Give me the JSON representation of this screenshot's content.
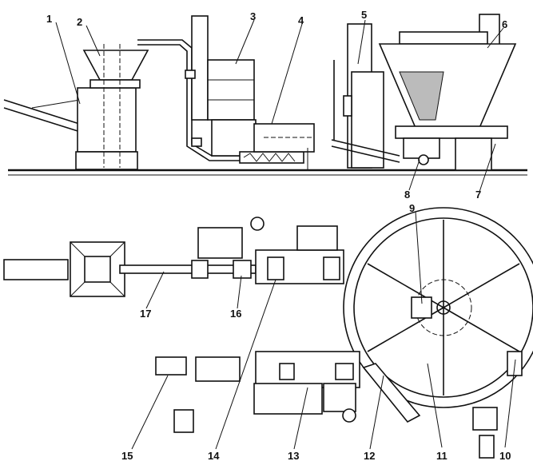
{
  "callouts": {
    "c1": "1",
    "c2": "2",
    "c3": "3",
    "c4": "4",
    "c5": "5",
    "c6": "6",
    "c7": "7",
    "c8": "8",
    "c9": "9",
    "c10": "10",
    "c11": "11",
    "c12": "12",
    "c13": "13",
    "c14": "14",
    "c15": "15",
    "c16": "16",
    "c17": "17"
  }
}
